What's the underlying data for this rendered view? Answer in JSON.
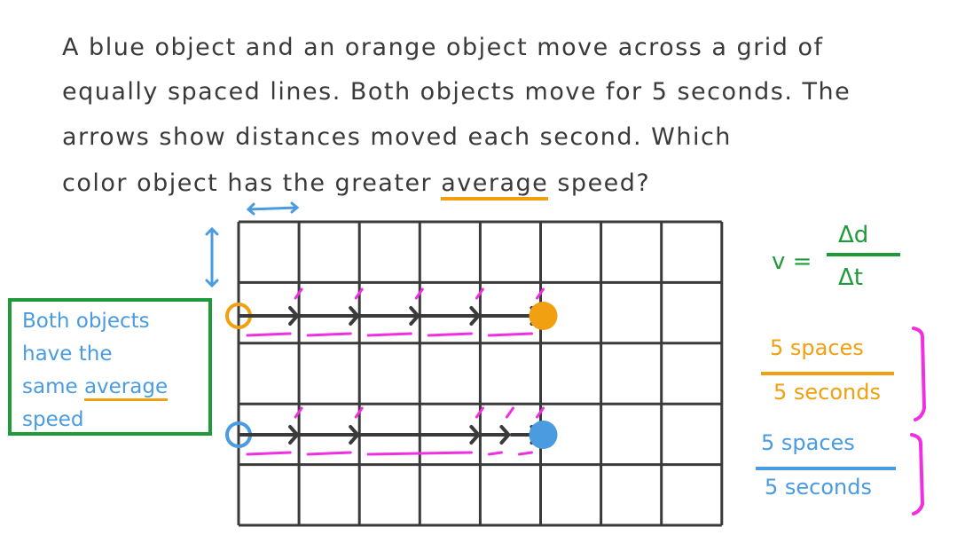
{
  "question": {
    "line1": "A blue object and an orange object move across a grid of",
    "line2": "equally spaced lines. Both objects move for 5 seconds. The",
    "line3": "arrows show distances moved each second. Which",
    "line4_pre": "color object has the greater ",
    "line4_highlight": "average",
    "line4_post": " speed?"
  },
  "note": {
    "line1": "Both objects",
    "line2": "have the",
    "line3_pre": "same ",
    "line3_highlight": "average",
    "line4": "speed"
  },
  "formula": {
    "v": "v =",
    "numerator": "Δd",
    "denominator": "Δt"
  },
  "orange_fraction": {
    "numerator": "5 spaces",
    "denominator": "5 seconds"
  },
  "blue_fraction": {
    "numerator": "5 spaces",
    "denominator": "5 seconds"
  },
  "grid": {
    "columns": 8,
    "rows": 5
  },
  "orange_steps": [
    1,
    1,
    1,
    1,
    1
  ],
  "blue_steps": [
    1,
    1,
    2,
    0.5,
    0.5
  ],
  "colors": {
    "orange": "#f0a010",
    "blue": "#4a9be0",
    "green": "#1f9a3a",
    "magenta": "#f030e0",
    "grid": "#3a3a3a"
  }
}
